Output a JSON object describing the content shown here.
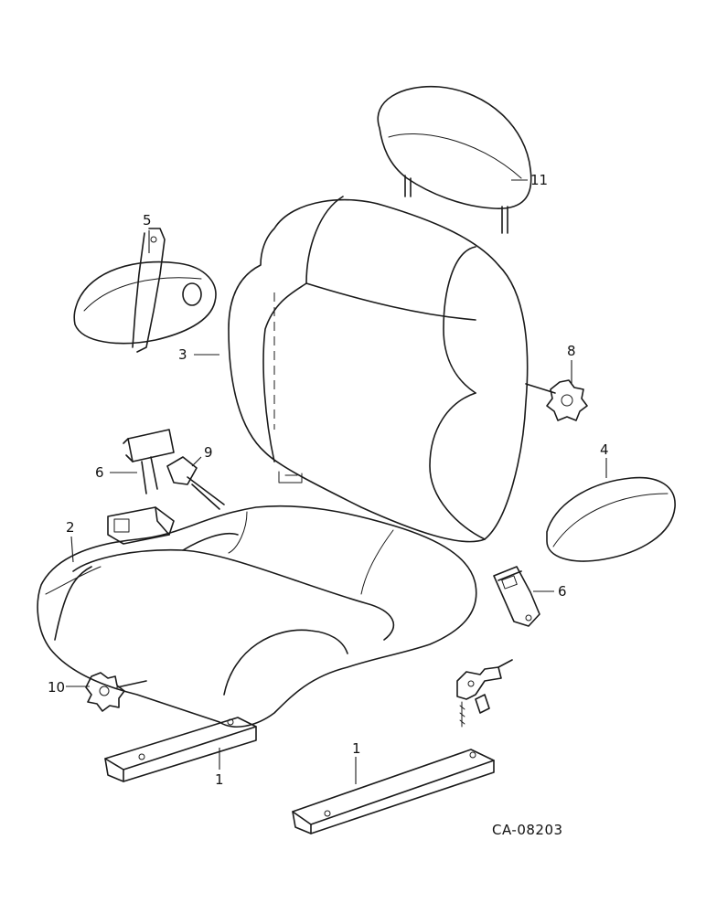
{
  "callouts": {
    "c1a": "1",
    "c1b": "1",
    "c2": "2",
    "c3": "3",
    "c4": "4",
    "c5": "5",
    "c6a": "6",
    "c6b": "6",
    "c8": "8",
    "c9": "9",
    "c10": "10",
    "c11": "11"
  },
  "reference": "CA-08203"
}
